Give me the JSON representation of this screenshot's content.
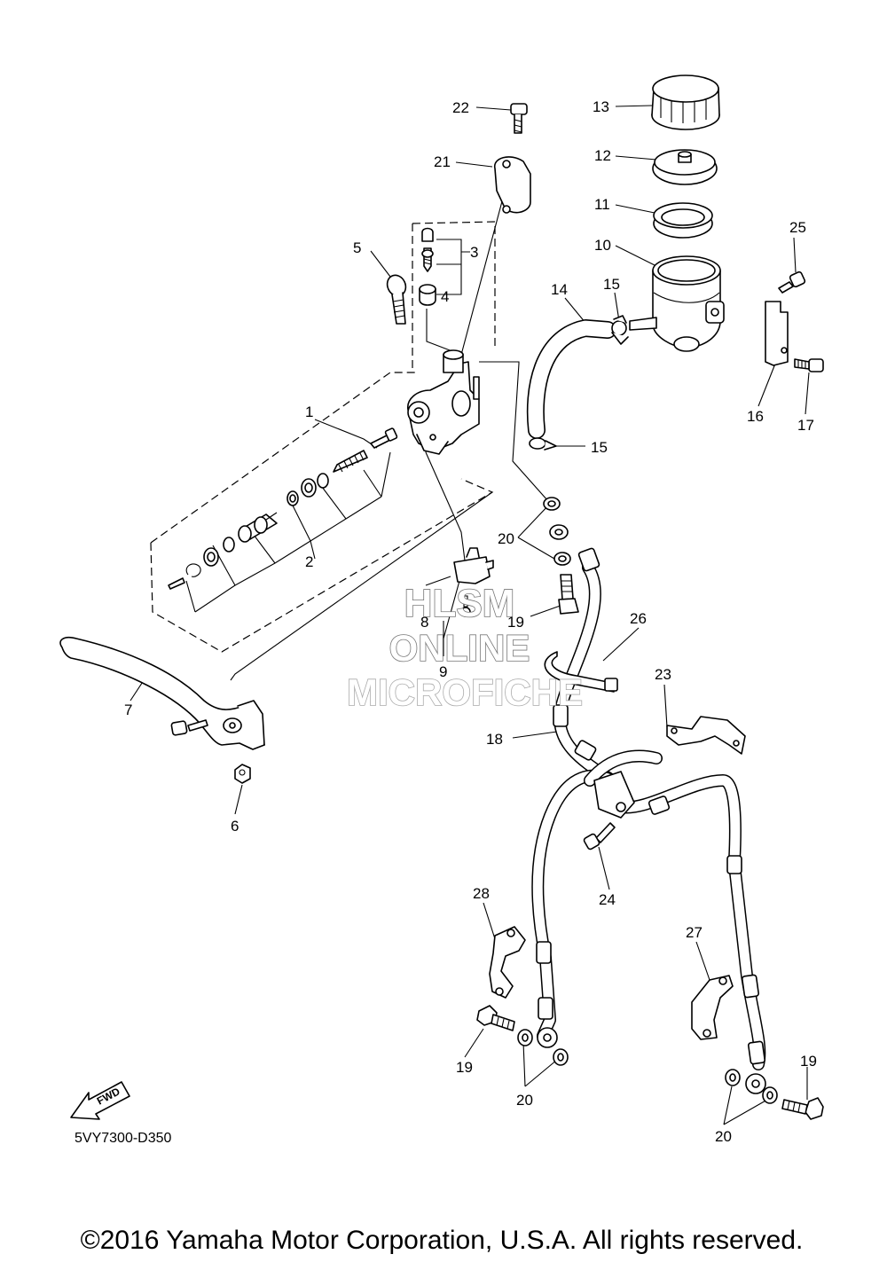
{
  "diagram_code": "5VY7300-D350",
  "watermark": {
    "line1": "HLSM",
    "line2": "ONLINE",
    "line3": "MICROFICHE"
  },
  "fwd_label": "FWD",
  "copyright": "©2016 Yamaha Motor Corporation, U.S.A. All rights reserved.",
  "callouts": [
    "1",
    "2",
    "3",
    "4",
    "5",
    "6",
    "7",
    "8",
    "9",
    "10",
    "11",
    "12",
    "13",
    "14",
    "15",
    "15",
    "16",
    "17",
    "18",
    "19",
    "19",
    "19",
    "20",
    "20",
    "20",
    "21",
    "22",
    "23",
    "24",
    "25",
    "26",
    "27",
    "28"
  ]
}
